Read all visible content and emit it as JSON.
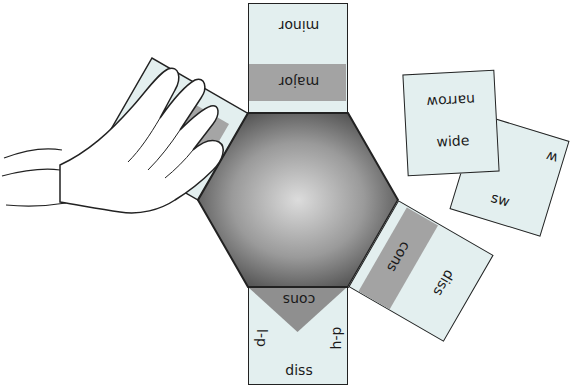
{
  "diagram": {
    "nodes": [
      {
        "text": [
          "minor",
          "major"
        ]
      },
      {
        "text": [
          "cons",
          "diss"
        ]
      },
      {
        "text": [
          "cons",
          "l-p",
          "h-p",
          "diss"
        ]
      },
      {
        "text": [
          "narrow",
          "wide"
        ]
      },
      {
        "text": [
          "w",
          "sw"
        ]
      }
    ]
  }
}
